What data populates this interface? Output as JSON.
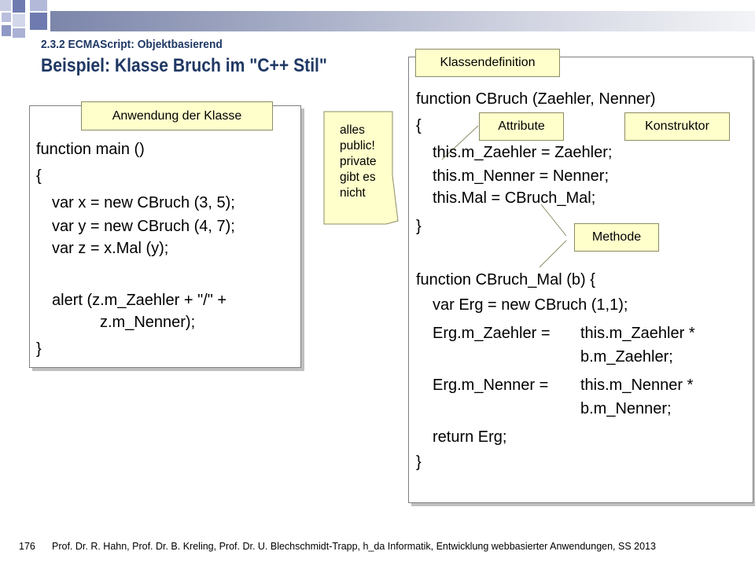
{
  "header": {
    "subtitle": "2.3.2 ECMAScript: Objektbasierend",
    "title": "Beispiel: Klasse Bruch im \"C++ Stil\""
  },
  "left_panel": {
    "tag": "Anwendung der Klasse",
    "lines": [
      "function main ()",
      "{",
      "var x = new CBruch (3, 5);",
      "var y = new CBruch (4, 7);",
      "var z = x.Mal (y);",
      "alert (z.m_Zaehler + \"/\" +",
      "z.m_Nenner);",
      "}"
    ]
  },
  "callout": {
    "lines": [
      "alles",
      "public!",
      "private",
      "gibt es",
      "nicht"
    ]
  },
  "right_panel": {
    "tag": "Klassendefinition",
    "attribute_tag": "Attribute",
    "konstruktor_tag": "Konstruktor",
    "methode_tag": "Methode",
    "lines": [
      "function CBruch (Zaehler, Nenner)",
      "{",
      "this.m_Zaehler = Zaehler;",
      "this.m_Nenner = Nenner;",
      "this.Mal = CBruch_Mal;",
      "}",
      "function CBruch_Mal (b) {",
      "var Erg = new CBruch (1,1);",
      "Erg.m_Zaehler =",
      "this.m_Zaehler *",
      "b.m_Zaehler;",
      "Erg.m_Nenner =",
      "this.m_Nenner *",
      "b.m_Nenner;",
      "return Erg;",
      "}"
    ]
  },
  "footer": {
    "page_number": "176",
    "credits": "Prof. Dr. R. Hahn, Prof. Dr. B. Kreling, Prof. Dr. U. Blechschmidt-Trapp,  h_da Informatik, Entwicklung webbasierter Anwendungen, SS 2013"
  },
  "colors": {
    "title": "#1f3864",
    "tag_fill": "#ffffcc",
    "square_dark": "#6f7bb0",
    "square_light": "#c7cce6"
  }
}
